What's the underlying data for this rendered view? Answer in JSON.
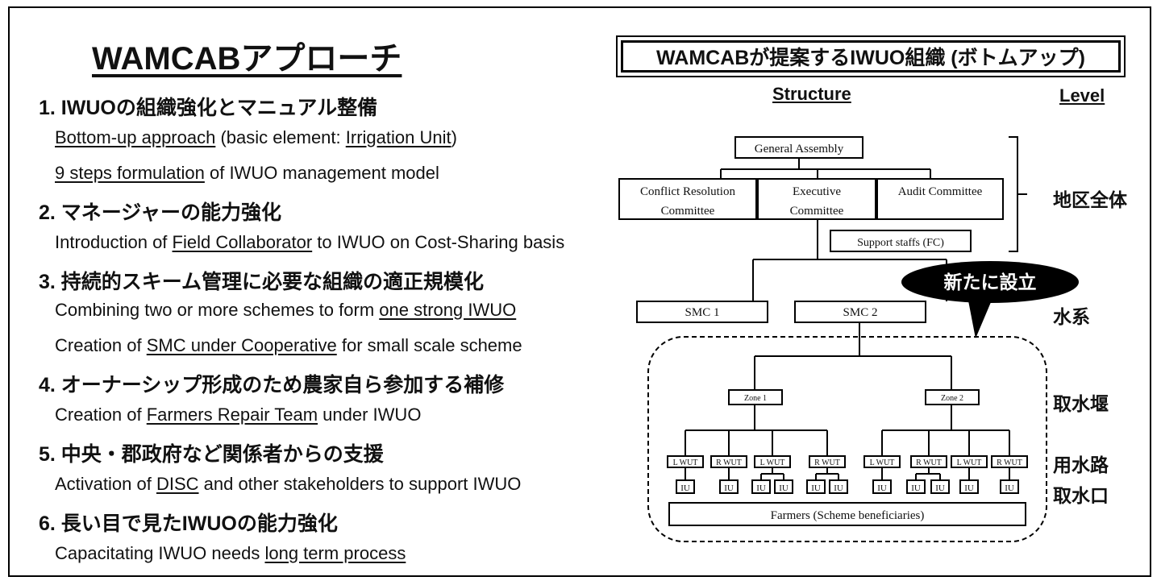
{
  "title": "WAMCABアプローチ",
  "items": [
    {
      "heading": "1. IWUOの組織強化とマニュアル整備",
      "lines": [
        [
          {
            "t": "Bottom-up approach",
            "u": true
          },
          {
            "t": " (basic element: ",
            "u": false
          },
          {
            "t": "Irrigation Unit",
            "u": true
          },
          {
            "t": ")",
            "u": false
          }
        ],
        [
          {
            "t": "9 steps formulation",
            "u": true
          },
          {
            "t": " of IWUO management model",
            "u": false
          }
        ]
      ]
    },
    {
      "heading": "2. マネージャーの能力強化",
      "lines": [
        [
          {
            "t": "Introduction of ",
            "u": false
          },
          {
            "t": "Field Collaborator",
            "u": true
          },
          {
            "t": " to IWUO on Cost-Sharing basis",
            "u": false
          }
        ]
      ]
    },
    {
      "heading": "3. 持続的スキーム管理に必要な組織の適正規模化",
      "lines": [
        [
          {
            "t": "Combining two or more schemes to form ",
            "u": false
          },
          {
            "t": "one strong IWUO",
            "u": true
          }
        ],
        [
          {
            "t": "Creation of ",
            "u": false
          },
          {
            "t": "SMC under Cooperative",
            "u": true
          },
          {
            "t": " for small scale scheme",
            "u": false
          }
        ]
      ]
    },
    {
      "heading": "4. オーナーシップ形成のため農家自ら参加する補修",
      "lines": [
        [
          {
            "t": "Creation of ",
            "u": false
          },
          {
            "t": "Farmers Repair Team",
            "u": true
          },
          {
            "t": " under IWUO",
            "u": false
          }
        ]
      ]
    },
    {
      "heading": "5. 中央・郡政府など関係者からの支援",
      "lines": [
        [
          {
            "t": "Activation of ",
            "u": false
          },
          {
            "t": "DISC",
            "u": true
          },
          {
            "t": " and other stakeholders to support IWUO",
            "u": false
          }
        ]
      ]
    },
    {
      "heading": "6. 長い目で見たIWUOの能力強化",
      "lines": [
        [
          {
            "t": "Capacitating IWUO needs ",
            "u": false
          },
          {
            "t": "long term process",
            "u": true
          }
        ]
      ]
    }
  ],
  "org": {
    "title": "WAMCABが提案するIWUO組織 (ボトムアップ)",
    "structure_label": "Structure",
    "level_label": "Level",
    "nodes": {
      "general_assembly": "General Assembly",
      "conflict_1": "Conflict Resolution",
      "conflict_2": "Committee",
      "executive_1": "Executive",
      "executive_2": "Committee",
      "audit": "Audit Committee",
      "support": "Support staffs (FC)",
      "smc1": "SMC 1",
      "smc2": "SMC 2",
      "zone1": "Zone 1",
      "zone2": "Zone 2",
      "lwut": "L WUT",
      "rwut": "R WUT",
      "iu": "IU",
      "farmers": "Farmers (Scheme beneficiaries)"
    },
    "callout": "新たに設立",
    "levels": {
      "district": "地区全体",
      "water_system": "水系",
      "weir": "取水堰",
      "canal": "用水路",
      "intake": "取水口"
    }
  }
}
